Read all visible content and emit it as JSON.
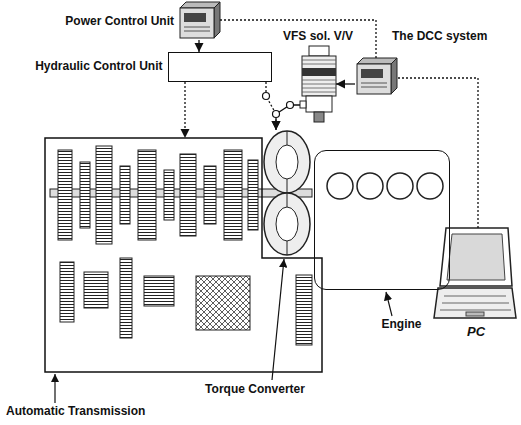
{
  "diagram": {
    "nodes": [
      {
        "text": [
          "Power Control Unit"
        ]
      },
      {
        "text": [
          "Hydraulic Control Unit"
        ]
      },
      {
        "text": [
          "VFS sol. V/V"
        ]
      },
      {
        "text": [
          "The DCC system"
        ]
      },
      {
        "text": [
          "PC"
        ]
      },
      {
        "text": [
          "Automatic Transmission"
        ]
      },
      {
        "text": [
          "Torque Converter"
        ]
      },
      {
        "text": [
          "Engine"
        ]
      }
    ],
    "edges": [
      {
        "from": 0,
        "to": 1,
        "arrow": "to"
      },
      {
        "from": 0,
        "to": 3,
        "arrow": "none"
      },
      {
        "from": 1,
        "to": 5,
        "arrow": "to"
      },
      {
        "from": 1,
        "to": 6,
        "arrow": "to"
      },
      {
        "from": 2,
        "to": 6,
        "arrow": "to"
      },
      {
        "from": 3,
        "to": 2,
        "arrow": "to"
      },
      {
        "from": 4,
        "to": 3,
        "arrow": "none"
      }
    ]
  }
}
